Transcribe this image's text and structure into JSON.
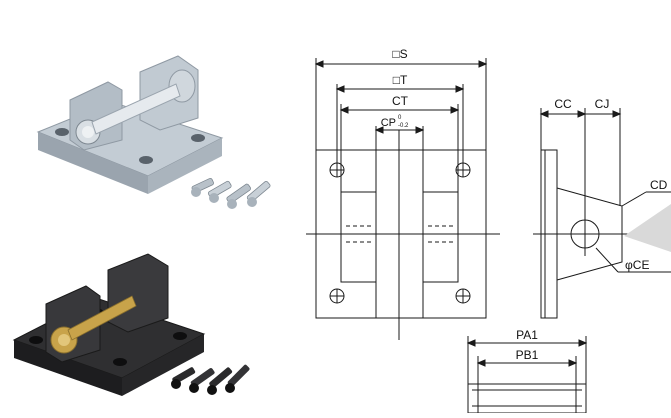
{
  "dimensions": {
    "square_s": "□S",
    "square_t": "□T",
    "ct": "CT",
    "cp": "CP",
    "cp_tol_upper": "0",
    "cp_tol_lower": "-0.2",
    "cc": "CC",
    "cj": "CJ",
    "cd": "CD",
    "phi_ce": "φCE",
    "pa1": "PA1",
    "pb1": "PB1"
  },
  "colors": {
    "silver_body": "#b9c3cc",
    "silver_shadow": "#8f99a3",
    "black_body": "#2a2a2c",
    "black_highlight": "#4a4a4e",
    "brass": "#c8a34a",
    "line": "#1a1a1a",
    "callout_fill": "#d9d9d9"
  },
  "icons": {
    "photo_silver_bracket": "clevis-bracket-silver-photo",
    "photo_black_bracket": "clevis-bracket-black-photo",
    "photo_silver_screws": "hex-screws-silver",
    "photo_black_screws": "hex-screws-black"
  }
}
